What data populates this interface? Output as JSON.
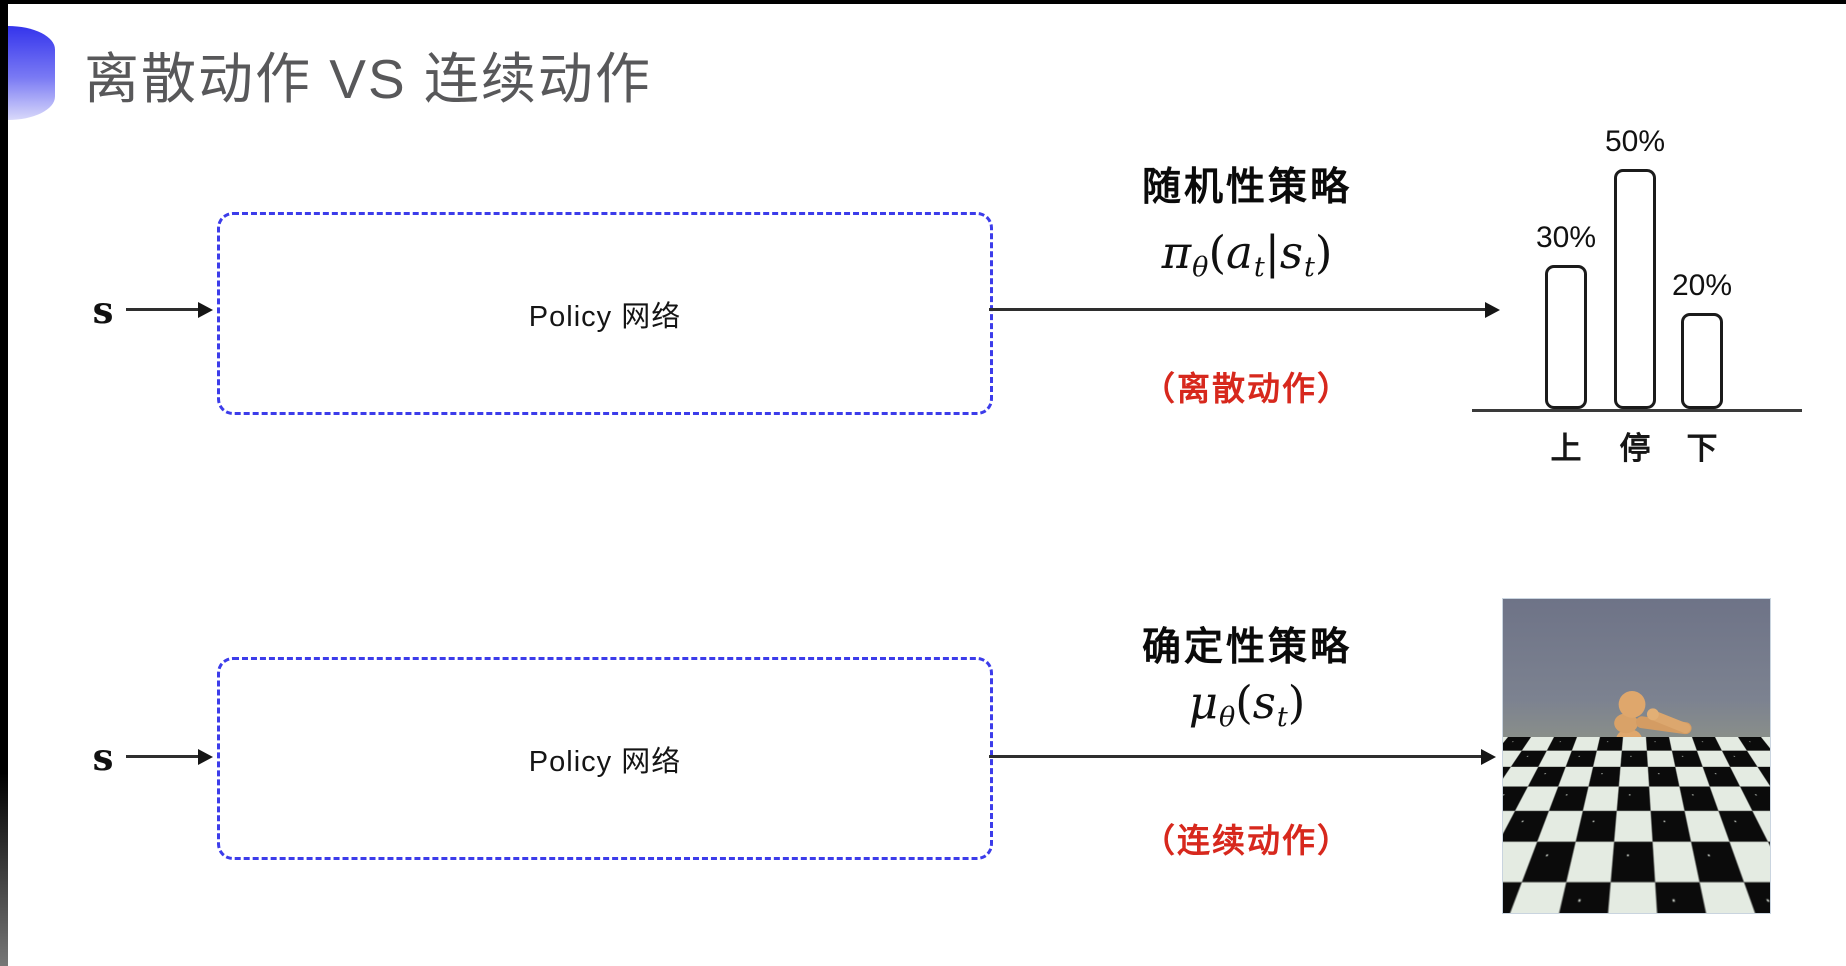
{
  "title": "离散动作 VS 连续动作",
  "rows": [
    {
      "input_label": "s",
      "box_label": "Policy 网络",
      "policy_type": "随机性策略",
      "formula_text": "πθ(at|st)",
      "formula_tokens": [
        {
          "t": "π",
          "i": true
        },
        {
          "t": "θ",
          "i": true,
          "sub": true
        },
        {
          "t": "("
        },
        {
          "t": "a",
          "i": true
        },
        {
          "t": "t",
          "i": true,
          "sub": true
        },
        {
          "t": "|"
        },
        {
          "t": "s",
          "i": true
        },
        {
          "t": "t",
          "i": true,
          "sub": true
        },
        {
          "t": ")"
        }
      ],
      "action_note": "（离散动作）"
    },
    {
      "input_label": "s",
      "box_label": "Policy 网络",
      "policy_type": "确定性策略",
      "formula_text": "μθ(st)",
      "formula_tokens": [
        {
          "t": "μ",
          "i": true
        },
        {
          "t": "θ",
          "i": true,
          "sub": true
        },
        {
          "t": "("
        },
        {
          "t": "s",
          "i": true
        },
        {
          "t": "t",
          "i": true,
          "sub": true
        },
        {
          "t": ")"
        }
      ],
      "action_note": "（连续动作）"
    }
  ],
  "chart_data": {
    "type": "bar",
    "title": "",
    "categories": [
      "上",
      "停",
      "下"
    ],
    "values": [
      30,
      50,
      20
    ],
    "value_labels": [
      "30%",
      "50%",
      "20%"
    ],
    "unit": "%",
    "ylim": [
      0,
      55
    ],
    "grid": false,
    "legend": null,
    "bar_style": "white fill, black rounded outline",
    "baseline_axis": true
  },
  "colors": {
    "accent_blue": "#3c3cea",
    "note_red": "#d7281d",
    "title_gray": "#58585a",
    "ink": "#141414",
    "sky_gray": "#7c8290",
    "tile_light": "#e4ebe2",
    "tile_dark": "#0b0b0b",
    "robot_tan": "#d49c63"
  }
}
